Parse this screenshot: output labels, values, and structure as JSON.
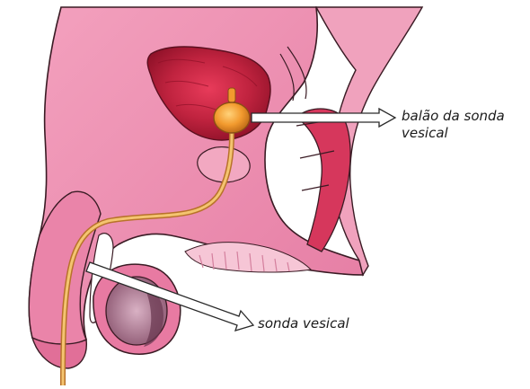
{
  "labels": {
    "balloon_line1": "balão da sonda",
    "balloon_line2": "vesical",
    "catheter": "sonda vesical"
  },
  "colors": {
    "background": "#ffffff",
    "skin": "#ee8fb0",
    "skin_dark": "#c9547f",
    "bladder": "#c0233f",
    "bladder_dark": "#8e1128",
    "catheter": "#e7a84c",
    "balloon": "#f29a2e",
    "outline": "#3a1b24",
    "arrow_fill": "#ffffff",
    "arrow_stroke": "#2a2a2a"
  }
}
